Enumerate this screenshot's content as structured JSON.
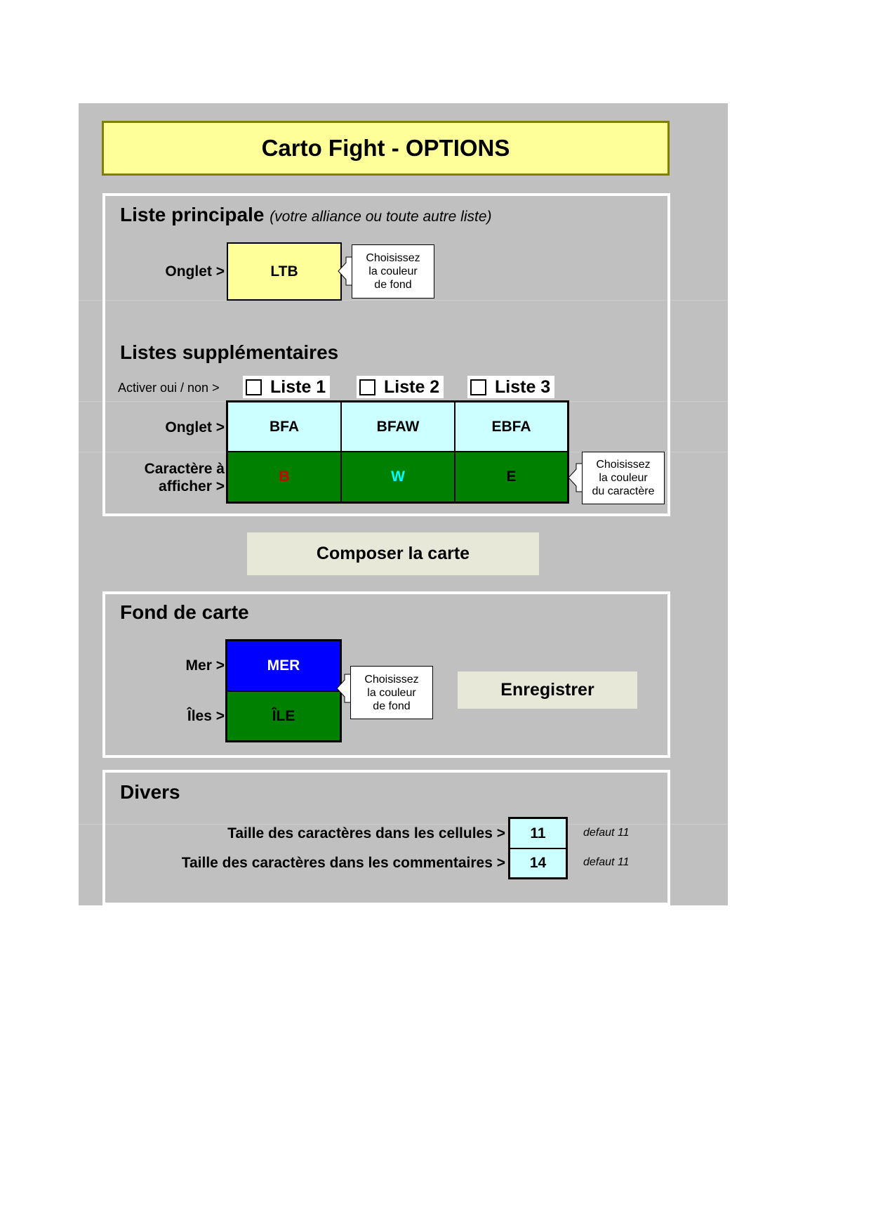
{
  "title": "Carto Fight - OPTIONS",
  "liste_principale": {
    "heading": "Liste principale",
    "subheading": "(votre alliance ou toute autre liste)",
    "onglet_label": "Onglet >",
    "onglet_value": "LTB",
    "onglet_bg": "#ffff99",
    "callout": [
      "Choisissez",
      "la couleur",
      "de fond"
    ]
  },
  "listes_supplementaires": {
    "heading": "Listes supplémentaires",
    "activer_label": "Activer oui / non >",
    "onglet_label": "Onglet >",
    "caractere_label_line1": "Caractère à",
    "caractere_label_line2": "afficher >",
    "lists": [
      {
        "checkbox_label": "Liste 1",
        "checked": false,
        "onglet": "BFA",
        "char": "B",
        "char_color": "#cc0000"
      },
      {
        "checkbox_label": "Liste 2",
        "checked": false,
        "onglet": "BFAW",
        "char": "W",
        "char_color": "#00ffff"
      },
      {
        "checkbox_label": "Liste 3",
        "checked": false,
        "onglet": "EBFA",
        "char": "E",
        "char_color": "#000000"
      }
    ],
    "onglet_bg": "#ccffff",
    "char_bg": "#008000",
    "callout": [
      "Choisissez",
      "la couleur",
      "du caractère"
    ]
  },
  "composer_button": "Composer la carte",
  "fond_de_carte": {
    "heading": "Fond de carte",
    "mer_label": "Mer >",
    "mer_value": "MER",
    "mer_bg": "#0000ff",
    "iles_label": "Îles >",
    "iles_value": "ÎLE",
    "iles_bg": "#008000",
    "callout": [
      "Choisissez",
      "la couleur",
      "de fond"
    ],
    "enregistrer_button": "Enregistrer"
  },
  "divers": {
    "heading": "Divers",
    "rows": [
      {
        "label": "Taille des caractères dans les cellules >",
        "value": "11",
        "default": "defaut 11"
      },
      {
        "label": "Taille des caractères dans les commentaires >",
        "value": "14",
        "default": "defaut 11"
      }
    ],
    "value_bg": "#ccffff"
  }
}
